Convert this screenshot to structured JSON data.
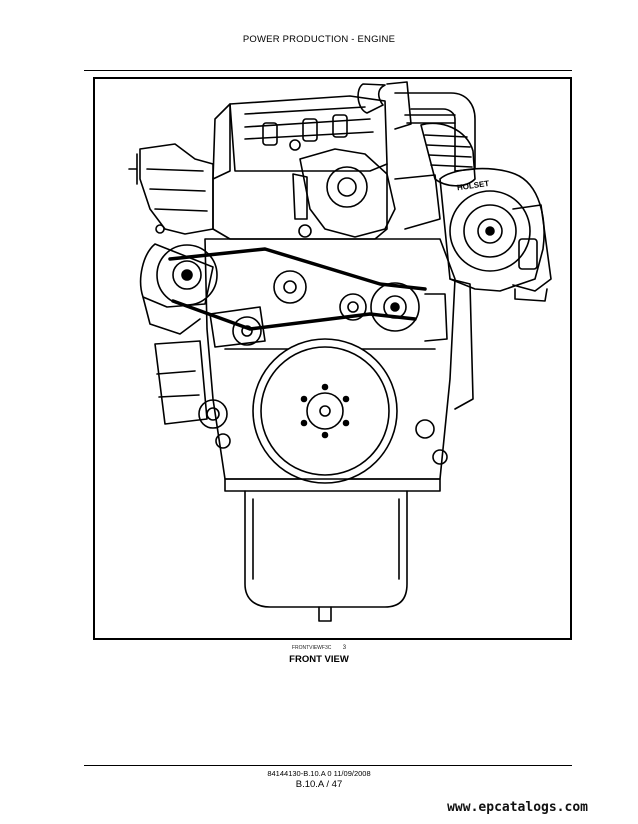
{
  "header": {
    "title": "POWER PRODUCTION - ENGINE"
  },
  "figure": {
    "reference_code": "FRONTVIEWF3C",
    "number": "3",
    "caption": "FRONT VIEW",
    "turbo_label": "HOLSET"
  },
  "footer": {
    "document_ref": "84144130-B.10.A 0 11/09/2008",
    "page_ref": "B.10.A / 47"
  },
  "watermark": {
    "text": "www.epcatalogs.com"
  }
}
